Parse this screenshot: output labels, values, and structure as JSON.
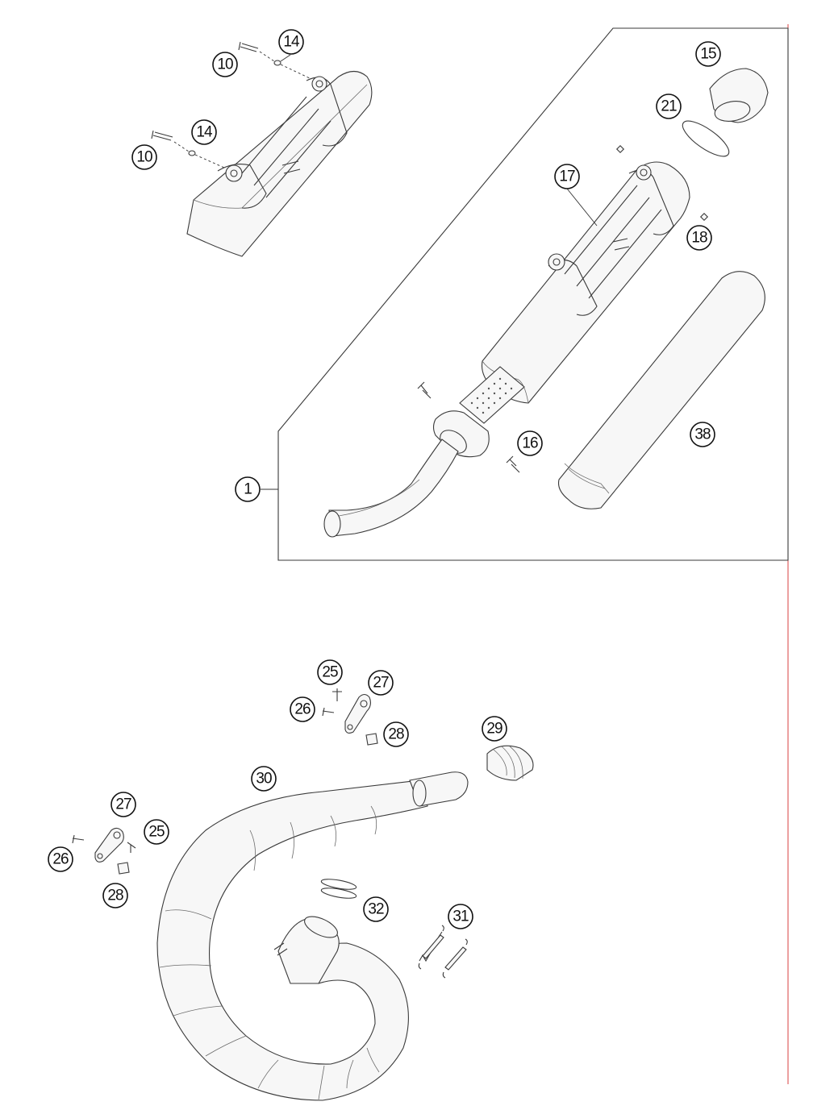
{
  "callouts": [
    {
      "id": "c10a",
      "label": "10"
    },
    {
      "id": "c14a",
      "label": "14"
    },
    {
      "id": "c10b",
      "label": "10"
    },
    {
      "id": "c14b",
      "label": "14"
    },
    {
      "id": "c15",
      "label": "15"
    },
    {
      "id": "c21",
      "label": "21"
    },
    {
      "id": "c17",
      "label": "17"
    },
    {
      "id": "c18",
      "label": "18"
    },
    {
      "id": "c16",
      "label": "16"
    },
    {
      "id": "c38",
      "label": "38"
    },
    {
      "id": "c1",
      "label": "1"
    },
    {
      "id": "c25a",
      "label": "25"
    },
    {
      "id": "c27a",
      "label": "27"
    },
    {
      "id": "c26a",
      "label": "26"
    },
    {
      "id": "c28a",
      "label": "28"
    },
    {
      "id": "c29",
      "label": "29"
    },
    {
      "id": "c30",
      "label": "30"
    },
    {
      "id": "c27b",
      "label": "27"
    },
    {
      "id": "c25b",
      "label": "25"
    },
    {
      "id": "c26b",
      "label": "26"
    },
    {
      "id": "c28b",
      "label": "28"
    },
    {
      "id": "c32",
      "label": "32"
    },
    {
      "id": "c31",
      "label": "31"
    }
  ],
  "colors": {
    "frame_accent": "#d94040",
    "line": "#3a3a3a"
  }
}
